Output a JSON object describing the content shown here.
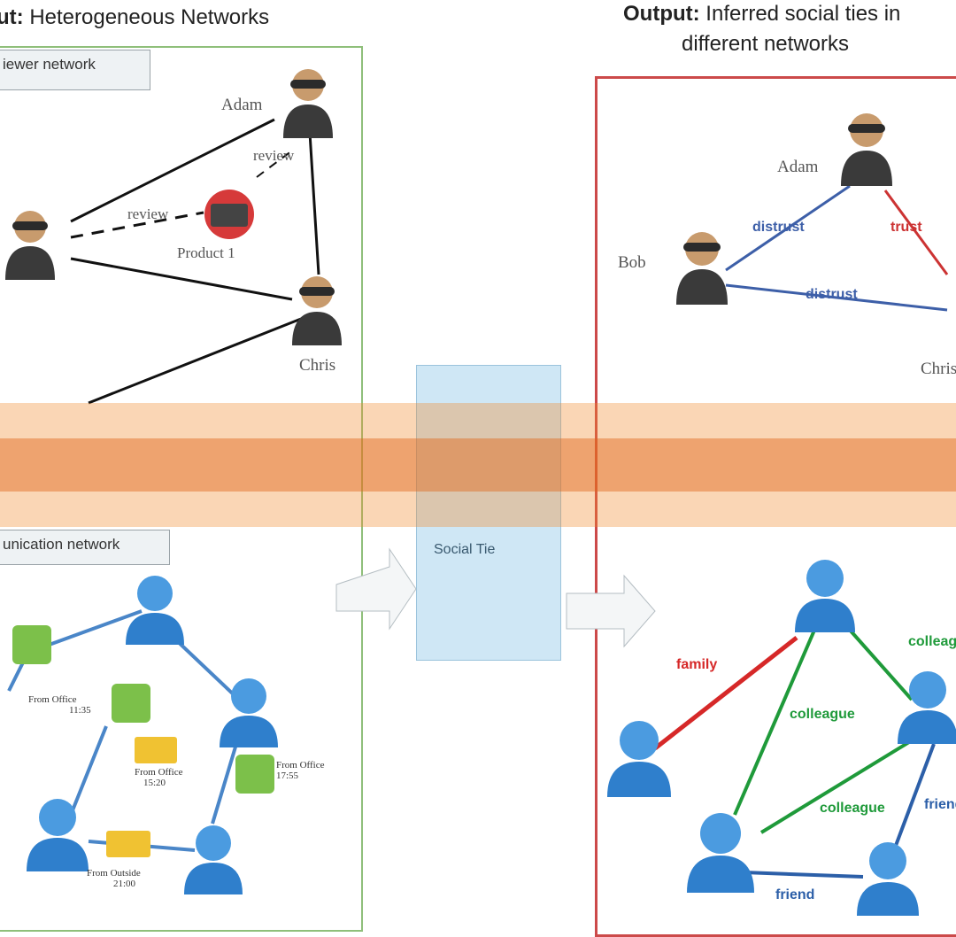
{
  "headings": {
    "left_prefix": "ut:",
    "left_text": "Heterogeneous Networks",
    "right_prefix": "Output:",
    "right_line1": "Inferred social ties in",
    "right_line2": "different networks"
  },
  "left_panel": {
    "top_tag": "iewer network",
    "bottom_tag": "unication network",
    "persons": {
      "adam": "Adam",
      "chris": "Chris"
    },
    "product": "Product 1",
    "review_labels": [
      "review",
      "review"
    ],
    "call_labels": [
      {
        "line1": "From Office",
        "line2": "11:35"
      },
      {
        "line1": "From Office",
        "line2": "15:20"
      },
      {
        "line1": "From Office",
        "line2": "17:55"
      },
      {
        "line1": "From Outside",
        "line2": "21:00"
      }
    ]
  },
  "center": {
    "label": "Social Tie"
  },
  "right_panel": {
    "persons": {
      "adam": "Adam",
      "bob": "Bob",
      "chris": "Chris"
    },
    "ties": [
      "distrust",
      "trust",
      "distrust",
      "family",
      "colleague",
      "colleague",
      "colleague",
      "friend",
      "friend"
    ]
  },
  "colors": {
    "left_border": "#8fbf7a",
    "right_border": "#cc4a4a",
    "family_edge": "#d62828",
    "colleague_edge": "#1f9a3a",
    "friend_edge": "#2c5fa8",
    "trust_edge": "#cc3333",
    "distrust_edge": "#3d5fa8",
    "overlay_orange": "#f2892c",
    "glitch_purple": "#2a0f5a"
  }
}
